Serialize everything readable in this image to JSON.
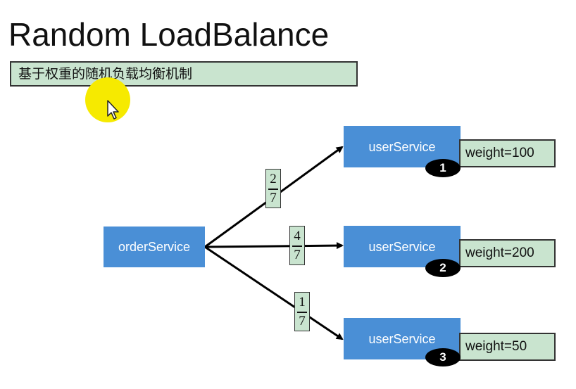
{
  "title": "Random LoadBalance",
  "subtitle": "基于权重的随机负载均衡机制",
  "source": {
    "label": "orderService"
  },
  "targets": [
    {
      "label": "userService",
      "badge": "1",
      "weight": "weight=100",
      "probability": {
        "numerator": "2",
        "denominator": "7"
      }
    },
    {
      "label": "userService",
      "badge": "2",
      "weight": "weight=200",
      "probability": {
        "numerator": "4",
        "denominator": "7"
      }
    },
    {
      "label": "userService",
      "badge": "3",
      "weight": "weight=50",
      "probability": {
        "numerator": "1",
        "denominator": "7"
      }
    }
  ],
  "colors": {
    "service_fill": "#4a8fd6",
    "label_fill": "#c9e4cf",
    "cursor_highlight": "#f6ea00"
  },
  "icons": {
    "cursor": "mouse-pointer-icon"
  }
}
